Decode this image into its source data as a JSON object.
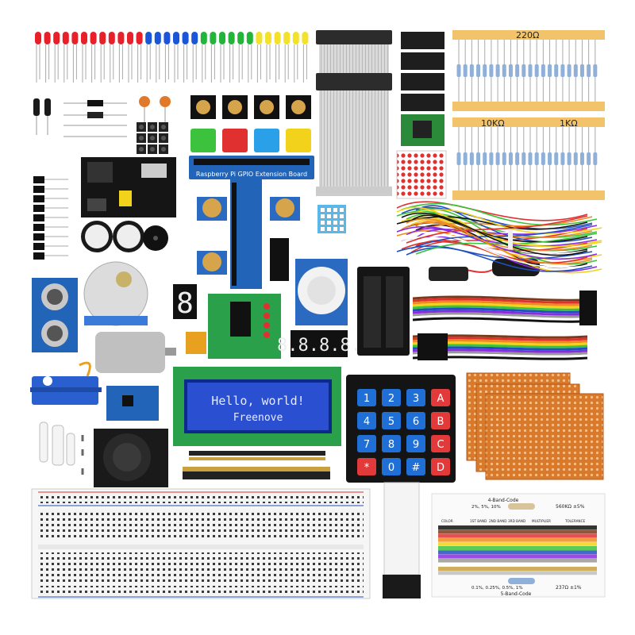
{
  "gpio_board_label": "Raspberry Pi GPIO Extension Board",
  "resistor_labels": [
    "220Ω",
    "10KΩ",
    "1KΩ"
  ],
  "lcd": {
    "line1": "Hello, world!",
    "line2": "Freenove"
  },
  "keypad_keys": [
    "1",
    "2",
    "3",
    "A",
    "4",
    "5",
    "6",
    "B",
    "7",
    "8",
    "9",
    "C",
    "*",
    "0",
    "#",
    "D"
  ],
  "seg_digit": "8",
  "seg4_digits": "8.8.8.8.",
  "chart_card": {
    "title_top": "4-Band-Code",
    "title_bottom": "5-Band-Code",
    "example_top": "560KΩ ±5%",
    "example_bottom": "237Ω ±1%",
    "tolerance_top": "2%, 5%, 10%",
    "tolerance_bottom": "0.1%, 0.25%, 0.5%, 1%",
    "headers": [
      "COLOR",
      "1ST BAND",
      "2ND BAND",
      "3RD BAND",
      "MULTIPLIER",
      "TOLERANCE"
    ]
  },
  "colors": {
    "led_red": "#e8202a",
    "led_blue": "#1b55d8",
    "led_green": "#22b53a",
    "led_yellow": "#f4e12a",
    "resistor_strip": "#f2c36b",
    "pcb_blue": "#2164b8",
    "lcd_blue": "#2a4fd0",
    "perfboard": "#d9792c",
    "keypad_key": "#1f6fd6",
    "keypad_letter": "#e23a3a"
  }
}
